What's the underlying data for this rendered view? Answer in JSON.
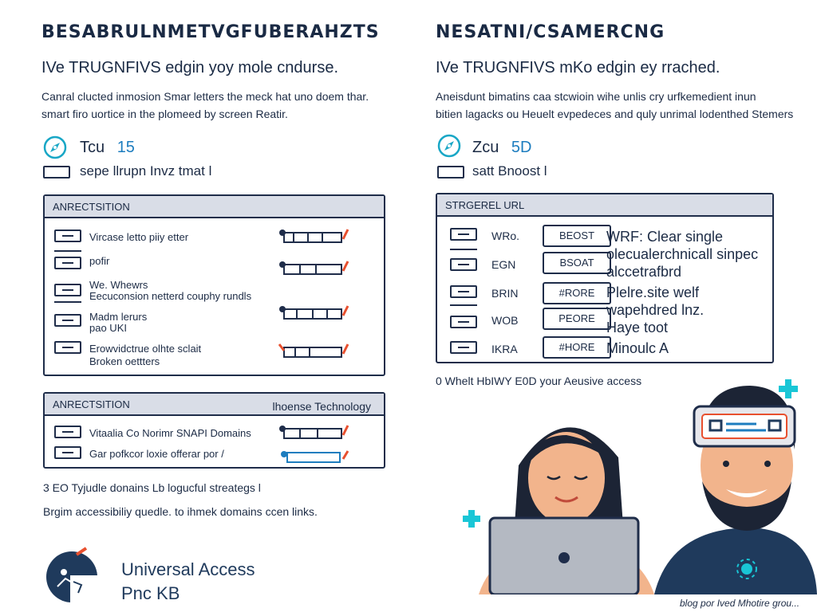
{
  "left": {
    "title": "BESABRULNMETVGFUBERAHZTS",
    "subtitle": "IVe TRUGNFIVS edgin yoy mole cndurse.",
    "desc1": "Canral clucted inmosion Smar letters the meck hat uno doem thar.",
    "desc2": "smart firo uortice in the plomeed by screen Reatir.",
    "stat_label": "Tcu",
    "stat_value": "15",
    "line2": "sepe llrupn Invz tmat l",
    "panel1": {
      "head": "ANRECTSITION",
      "rows": [
        {
          "line1": "Vircase letto piiy etter",
          "line2": ""
        },
        {
          "line1": "pofir",
          "line2": ""
        },
        {
          "line1": "We. Whewrs",
          "line2": "Eecuconsion netterd couphy rundls"
        },
        {
          "line1": "Madm lerurs",
          "line2": "pao UKI"
        },
        {
          "line1": "Erowvidctrue olhte sclait",
          "line2": "Broken oettters"
        }
      ]
    },
    "panel2": {
      "head": "ANRECTSITION",
      "head_right": "lhoense Technology",
      "rows": [
        {
          "line1": "Vitaalia Co Norimr SNAPI Domains"
        },
        {
          "line1": "Gar pofkcor loxie offerar por /"
        }
      ]
    },
    "note1": "3 EO Tyjudle donains Lb logucful streategs l",
    "note2": "Brgim accessibiliy quedle. to ihmek domains ccen links.",
    "brand_line1": "Universal Access",
    "brand_line2": "Pnc KB"
  },
  "right": {
    "title": "NESATNI/CSAMERCNG",
    "subtitle": "IVe TRUGNFIVS mKo edgin ey rrached.",
    "desc1": "Aneisdunt bimatins caa stcwioin wihe unlis cry urfkemedient inun",
    "desc2": "bitien lagacks ou Heuelt evpedeces and quly unrimal lodenthed Stemers",
    "stat_label": "Zcu",
    "stat_value": "5D",
    "line2": "satt Bnoost l",
    "panel": {
      "head": "STRGEREL URL",
      "rows": [
        {
          "code": "WRo.",
          "button": "BEOST"
        },
        {
          "code": "EGN",
          "button": "BSOAT"
        },
        {
          "code": "BRIN",
          "button": "#RORE"
        },
        {
          "code": "WOB",
          "button": "PEORE"
        },
        {
          "code": "IKRA",
          "button": "#HORE"
        }
      ],
      "text_lines": [
        "WRF: Clear single",
        "olecualerchnicall sinpec",
        "alccetrafbrd",
        "Plelre.site welf",
        "wapehdred lnz.",
        "Haye toot",
        "Minoulc A"
      ]
    },
    "note": "0 Whelt HbIWY E0D your Aeusive access",
    "footer": "blog por Ived Mhotire grou..."
  },
  "colors": {
    "ink": "#1f2d4a",
    "accent_blue": "#1d7dbf",
    "accent_cyan": "#19c6d6",
    "accent_red": "#e8502f",
    "panel_head": "#d9dde7",
    "shirt": "#1f3a5c",
    "skin": "#f2b48c"
  }
}
